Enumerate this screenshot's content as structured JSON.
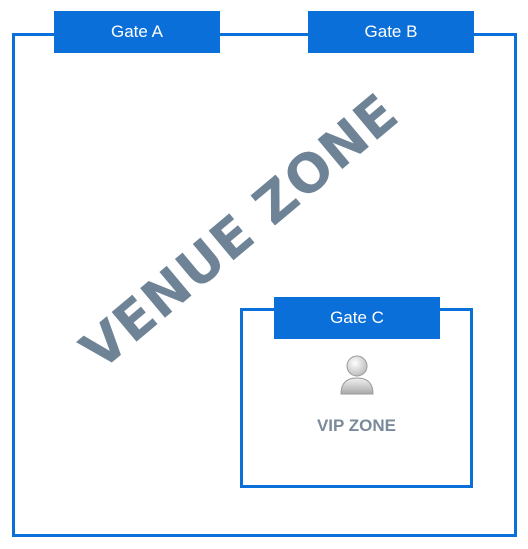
{
  "gates": {
    "a": "Gate A",
    "b": "Gate B",
    "c": "Gate C"
  },
  "zones": {
    "venue": "VENUE ZONE",
    "vip": "VIP ZONE"
  },
  "icons": {
    "vip_icon": "user-icon"
  },
  "colors": {
    "accent": "#0a6fd8",
    "venue_text": "#6f8396",
    "vip_text": "#7a8a9a"
  }
}
